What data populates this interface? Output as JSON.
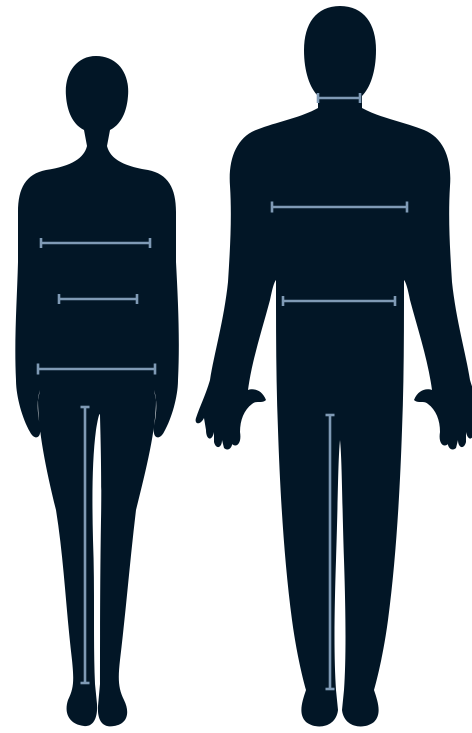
{
  "figure": {
    "colors": {
      "background": "#ffffff",
      "silhouette": "#021626",
      "measurement_line": "#7f9ab5"
    },
    "figures": [
      {
        "id": "female",
        "measurements": [
          "bust",
          "waist",
          "hips",
          "inseam"
        ]
      },
      {
        "id": "male",
        "measurements": [
          "neck",
          "chest",
          "waist",
          "inseam"
        ]
      }
    ]
  }
}
